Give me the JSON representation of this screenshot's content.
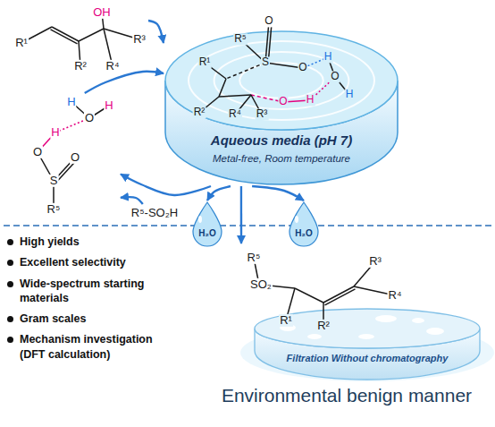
{
  "diagram": {
    "nodes": [
      {
        "text": [
          "OH",
          "R¹",
          "R³",
          "R²",
          "R⁴"
        ]
      },
      {
        "text": [
          "Aqueous media (pH 7)",
          "Metal-free, Room temperature"
        ]
      },
      {
        "text": [
          "O",
          "R⁵",
          "H",
          "R¹",
          "S",
          "O",
          "O",
          "H",
          "H",
          "O",
          "R²",
          "R⁴",
          "R³"
        ],
        "in": 1
      },
      {
        "text": [
          "H",
          "H",
          "O",
          "H",
          "O",
          "O",
          "S",
          "R⁵"
        ]
      },
      {
        "text": [
          "R⁵-SO₂H"
        ]
      },
      {
        "text": [
          "H₂O"
        ]
      },
      {
        "text": [
          "H₂O"
        ]
      },
      {
        "text": [
          "R⁵",
          "R³",
          "SO₂",
          "R⁴",
          "R¹",
          "R²"
        ]
      },
      {
        "text": [
          "Filtration Without chromatography"
        ]
      }
    ],
    "edges": [
      {
        "from": 0,
        "to": 1,
        "arrow": "to"
      },
      {
        "from": 3,
        "to": 1,
        "arrow": "to"
      },
      {
        "from": 1,
        "to": 3,
        "arrow": "to"
      },
      {
        "from": 4,
        "to": 3,
        "arrow": "to"
      },
      {
        "from": 1,
        "to": 5,
        "arrow": "to"
      },
      {
        "from": 1,
        "to": 6,
        "arrow": "to"
      },
      {
        "from": 1,
        "to": 7,
        "arrow": "to"
      }
    ],
    "labels": [
      "High yields",
      "Excellent selectivity",
      "Wide-spectrum starting materials",
      "Gram scales",
      "Mechanism investigation (DFT calculation)",
      "Environmental benign manner"
    ]
  }
}
